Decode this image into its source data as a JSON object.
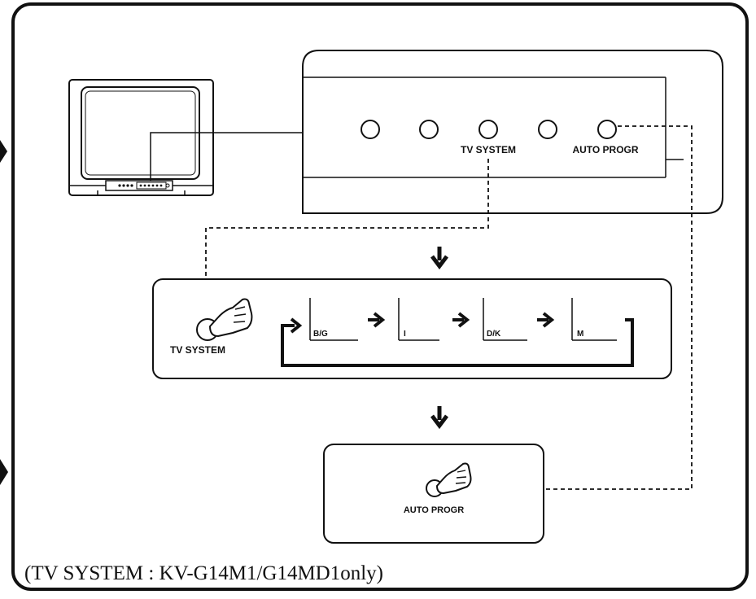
{
  "panel": {
    "tv_system_label": "TV SYSTEM",
    "auto_progr_label": "AUTO PROGR"
  },
  "tv_system_step": {
    "button_label": "TV SYSTEM",
    "modes": [
      "B/G",
      "I",
      "D/K",
      "M"
    ]
  },
  "auto_progr_step": {
    "button_label": "AUTO PROGR"
  },
  "footnote": "(TV SYSTEM : KV-G14M1/G14MD1only)",
  "colors": {
    "ink": "#111111",
    "paper": "#ffffff"
  }
}
